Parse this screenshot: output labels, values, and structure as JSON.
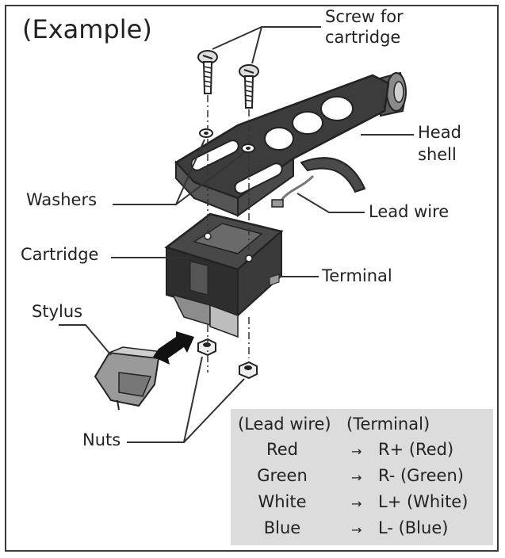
{
  "title": "(Example)",
  "labels": {
    "screw": [
      "Screw for",
      "cartridge"
    ],
    "head_shell": [
      "Head",
      "shell"
    ],
    "washers": "Washers",
    "lead_wire": "Lead wire",
    "cartridge": "Cartridge",
    "terminal": "Terminal",
    "stylus": "Stylus",
    "nuts": "Nuts"
  },
  "table": {
    "header_left": "(Lead wire)",
    "header_right": "(Terminal)",
    "arrow": "→",
    "rows": [
      {
        "wire": "Red",
        "terminal": "R+ (Red)"
      },
      {
        "wire": "Green",
        "terminal": "R- (Green)"
      },
      {
        "wire": "White",
        "terminal": "L+ (White)"
      },
      {
        "wire": "Blue",
        "terminal": "L- (Blue)"
      }
    ]
  },
  "colors": {
    "line": "#333333",
    "dark": "#3c3c3c",
    "mid": "#6e6e6e",
    "light": "#a9a9a9",
    "table_bg": "#dcdcdc"
  }
}
